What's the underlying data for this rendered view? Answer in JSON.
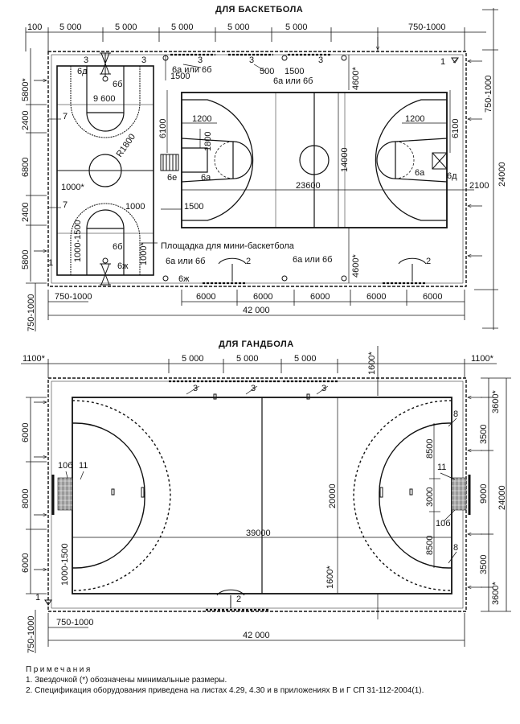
{
  "basketball": {
    "title": "ДЛЯ БАСКЕТБОЛА",
    "top_dims": [
      "100",
      "5 000",
      "5 000",
      "5 000",
      "5 000",
      "5 000",
      "750-1000"
    ],
    "right_dim_top": "750-1000",
    "right_dim_total": "24000",
    "left_dims": [
      "5800*",
      "2400",
      "6800",
      "2400",
      "5800"
    ],
    "bottom_dims": [
      "6000",
      "6000",
      "6000",
      "6000",
      "6000"
    ],
    "bottom_offset": "750-1000",
    "bottom_total": "42 000",
    "left_bottom_dim": "750-1000",
    "court_length": "23600",
    "court_width": "14000",
    "dim_1200_l": "1200",
    "dim_1800": "1800",
    "dim_6100_l": "6100",
    "dim_1500_l": "1500",
    "dim_1200_r": "1200",
    "dim_6100_r": "6100",
    "dim_2100": "2100",
    "dim_4600_top": "4600*",
    "dim_4600_bottom": "4600*",
    "mini_9600": "9 600",
    "mini_r1800": "R1800",
    "mini_1000a": "1000*",
    "mini_1000": "1000",
    "mini_1000_1500": "1000-1500",
    "mini_1000b": "1000*",
    "top_1500a": "1500",
    "top_500": "500",
    "top_1500b": "1500",
    "callouts": {
      "c3a": "3",
      "c3b": "3",
      "c3c": "3",
      "c3d": "3",
      "c3e": "3",
      "c6bd": "6д",
      "c6b": "6б",
      "c1": "1",
      "c7a": "7",
      "c7b": "7",
      "c6e": "6е",
      "c6a_l": "6а",
      "c6a_r": "6а",
      "c6d_r": "6д",
      "c6b_b": "6б",
      "c6zh_a": "6ж",
      "c6zh_b": "6ж",
      "c1_b": "1",
      "c2a": "2",
      "c2b": "2",
      "or1": "6а или 6б",
      "or2": "6а или 6б",
      "or3": "6а или 6б",
      "or4": "6а или 6б"
    },
    "mini_label": "Площадка для мини-баскетбола"
  },
  "handball": {
    "title": "ДЛЯ ГАНДБОЛА",
    "top_left": "1100*",
    "top_right": "1100*",
    "top_dims": [
      "5 000",
      "5 000",
      "5 000"
    ],
    "dim_1600_top": "1600*",
    "dim_1600_bottom": "1600*",
    "left_dims": [
      "6000",
      "8000",
      "6000"
    ],
    "left_small": "1000-1500",
    "right_inner": [
      "8500",
      "3000",
      "8500"
    ],
    "right_outer": [
      "3600*",
      "3500",
      "9000",
      "3500",
      "3600*"
    ],
    "right_total": "24000",
    "court_length": "39000",
    "court_width": "20000",
    "bottom_offset": "750-1000",
    "bottom_total": "42 000",
    "left_bottom_dim": "750-1000",
    "callouts": {
      "c3a": "3",
      "c3b": "3",
      "c3c": "3",
      "c10b_l": "10б",
      "c11_l": "11",
      "c11_r": "11",
      "c10b_r": "10б",
      "c8a": "8",
      "c8b": "8",
      "c1": "1",
      "c2": "2"
    }
  },
  "notes": {
    "heading": "Примечания",
    "items": [
      "1. Звездочкой (*) обозначены минимальные размеры.",
      "2. Спецификация оборудования приведена на листах 4.29, 4.30 и в приложениях В и Г СП 31-112-2004(1)."
    ]
  }
}
